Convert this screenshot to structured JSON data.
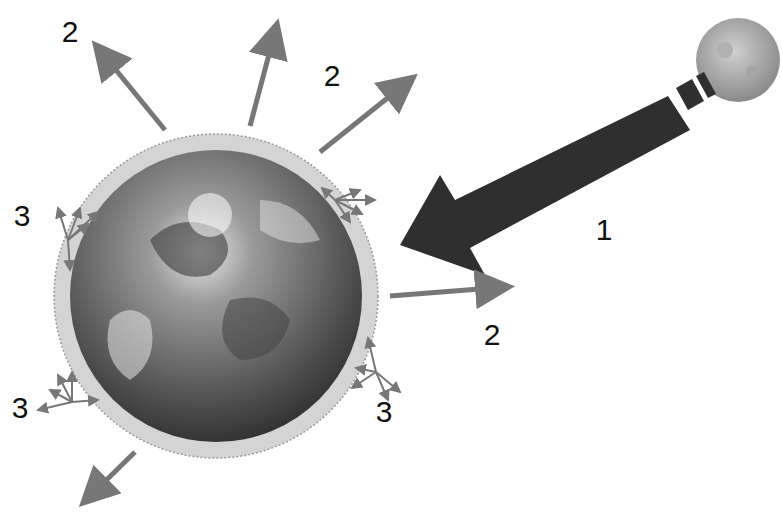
{
  "diagram": {
    "labels": [
      "2",
      "2",
      "3",
      "1",
      "2",
      "3",
      "3"
    ]
  }
}
